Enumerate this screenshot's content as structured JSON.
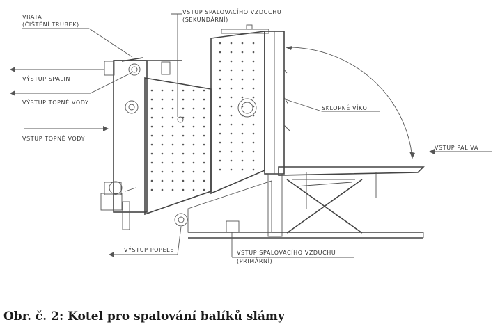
{
  "labels": {
    "vrata_1": "VRATA",
    "vrata_2": "(ČIŠTĚNÍ TRUBEK)",
    "vstup_sek_1": "VSTUP SPALOVACÍHO VZDUCHU",
    "vstup_sek_2": "(SEKUNDÁRNÍ)",
    "vystup_spalin": "VÝSTUP SPALIN",
    "vystup_topne_vody": "VÝSTUP TOPNÉ VODY",
    "vstup_topne_vody": "VSTUP TOPNÉ VODY",
    "sklopne_viko": "SKLOPNÉ VÍKO",
    "vstup_paliva": "VSTUP PALIVA",
    "vystup_popele": "VÝSTUP POPELE",
    "vstup_prim_1": "VSTUP SPALOVACÍHO VZDUCHU",
    "vstup_prim_2": "(PRIMÁRNÍ)"
  },
  "caption": "Obr. č. 2: Kotel pro spalování balíků slámy",
  "colors": {
    "line": "#555555",
    "text": "#333333",
    "caption": "#1a1a1a"
  }
}
